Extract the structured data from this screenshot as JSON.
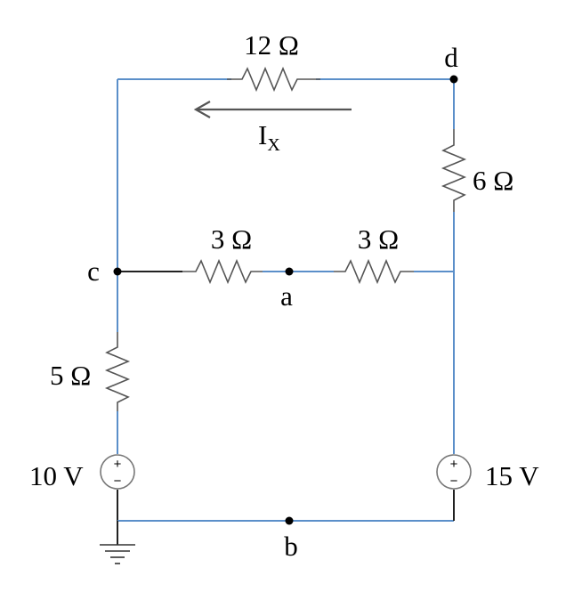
{
  "resistors": {
    "r_top": "12 Ω",
    "r_right": "6 Ω",
    "r_mid_left": "3 Ω",
    "r_mid_right": "3 Ω",
    "r_left": "5 Ω"
  },
  "nodes": {
    "a": "a",
    "b": "b",
    "c": "c",
    "d": "d"
  },
  "sources": {
    "left": {
      "label": "10 V",
      "plus": "+",
      "minus": "−"
    },
    "right": {
      "label": "15 V",
      "plus": "+",
      "minus": "−"
    }
  },
  "current": {
    "main": "I",
    "sub": "X"
  },
  "colors": {
    "wire": "#5b8fc9",
    "resistor": "#555555"
  }
}
